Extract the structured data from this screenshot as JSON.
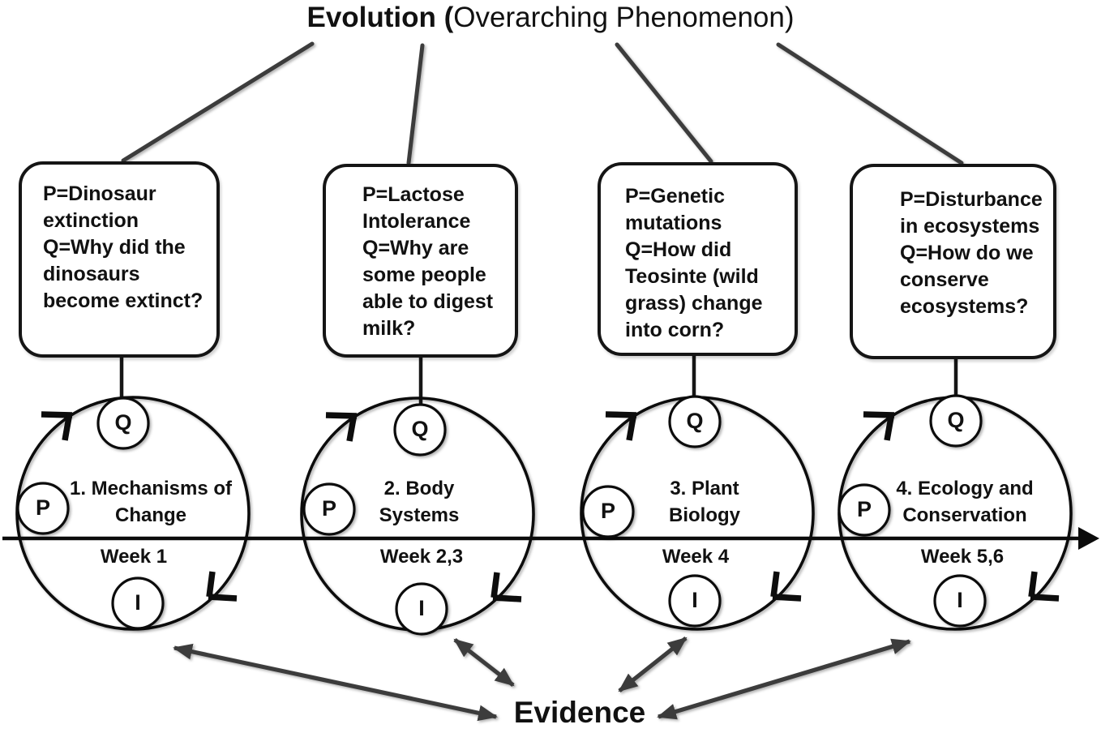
{
  "title": {
    "bold_part": "Evolution (",
    "regular_part": "Overarching Phenomenon)"
  },
  "phenomenon_boxes": [
    {
      "p_line": "P=Dinosaur extinction",
      "q_line": "Q=Why did the dinosaurs become extinct?"
    },
    {
      "p_line": "P=Lactose Intolerance",
      "q_line": "Q=Why are some people able to digest milk?"
    },
    {
      "p_line": "P=Genetic mutations",
      "q_line": "Q=How did Teosinte (wild grass) change into corn?"
    },
    {
      "p_line": "P=Disturbance in ecosystems",
      "q_line": "Q=How do we conserve ecosystems?"
    }
  ],
  "units": [
    {
      "name": "1. Mechanisms of Change",
      "week": "Week 1"
    },
    {
      "name": "2. Body Systems",
      "week": "Week 2,3"
    },
    {
      "name": "3. Plant Biology",
      "week": "Week 4"
    },
    {
      "name": "4. Ecology and Conservation",
      "week": "Week 5,6"
    }
  ],
  "badges": {
    "question": "Q",
    "phenomenon": "P",
    "investigation": "I"
  },
  "evidence_label": "Evidence",
  "colors": {
    "ink": "#111111",
    "connector_gray": "#3c3c3c",
    "background": "#ffffff"
  }
}
